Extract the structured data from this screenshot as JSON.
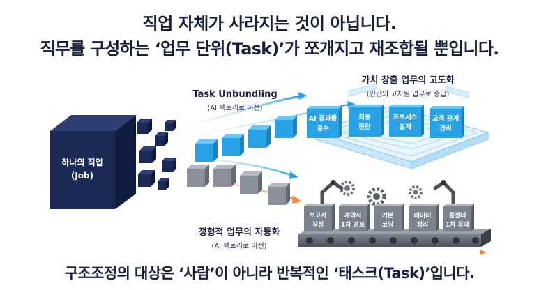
{
  "headline": {
    "line1": "직업 자체가 사라지는 것이 아닙니다.",
    "line2": "직무를 구성하는 ‘업무 단위(Task)’가 쪼개지고 재조합될 뿐입니다."
  },
  "footer": "구조조정의 대상은 ‘사람’이 아니라 반복적인 ‘태스크(Task)’입니다.",
  "job_cube": {
    "line1": "하나의 직업",
    "line2": "(Job)"
  },
  "unbundling": {
    "title": "Task Unbundling",
    "subtitle": "(AI 팩토리로 이전)"
  },
  "automation": {
    "title": "정형적 업무의 자동화",
    "subtitle": "(AI 팩토리로 이전)"
  },
  "value_creation": {
    "title": "가치 창출 업무의 고도화",
    "subtitle": "(인간의 고차원 업무로 승급)",
    "tiles": [
      {
        "line1": "AI 결과물",
        "line2": "검수"
      },
      {
        "line1": "최종",
        "line2": "판단"
      },
      {
        "line1": "프로세스",
        "line2": "설계"
      },
      {
        "line1": "고객 관계",
        "line2": "관리"
      }
    ]
  },
  "factory_boxes": [
    {
      "line1": "보고서",
      "line2": "작성"
    },
    {
      "line1": "계약서",
      "line2": "1차 검토"
    },
    {
      "line1": "기본",
      "line2": "코딩"
    },
    {
      "line1": "데이터",
      "line2": "정리"
    },
    {
      "line1": "콜센터",
      "line2": "1차 응대"
    }
  ],
  "colors": {
    "navy": "#1b2a55",
    "blue": "#2aa3e6",
    "gray": "#8a8f99",
    "arrow_blue": "#7cc3f0",
    "arrow_orange": "#f2b27a"
  }
}
